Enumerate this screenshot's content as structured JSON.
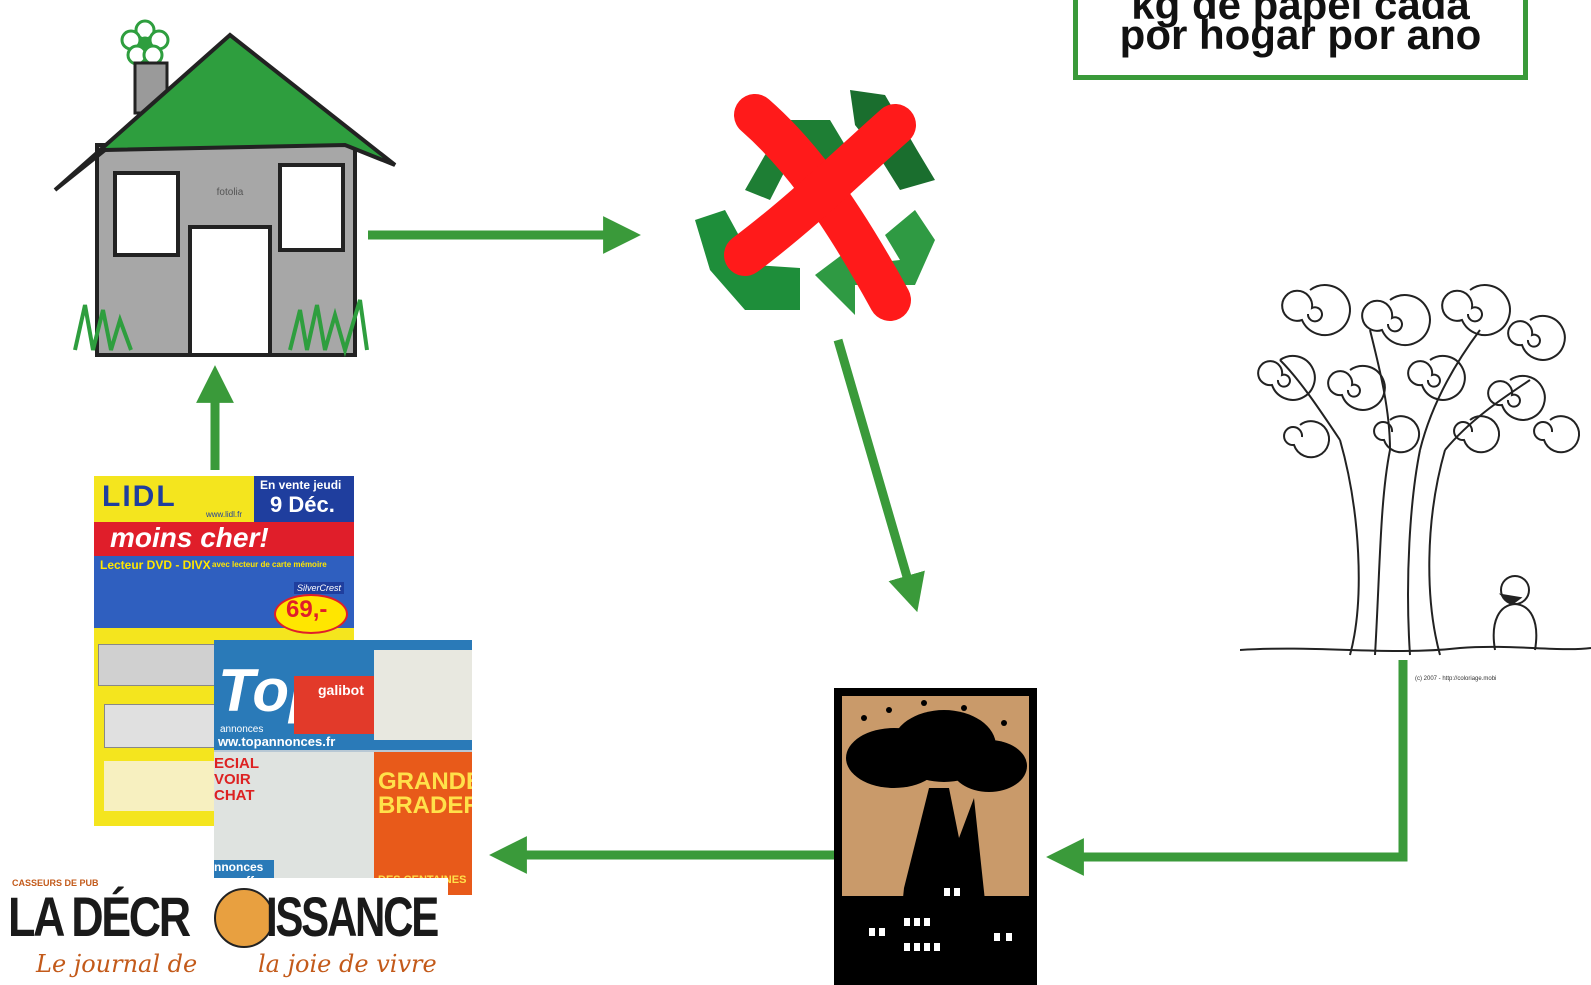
{
  "infobox": {
    "line1": "kg de papel cada",
    "line2": "por hogar por ano",
    "border_color": "#3a9a3a"
  },
  "house": {
    "watermark": "fotolia"
  },
  "tree": {
    "credit": "(c) 2007 - http://coloriage.mobi"
  },
  "lidl_flyer": {
    "brand": "LIDL",
    "site": "www.lidl.fr",
    "date_line1": "En vente jeudi",
    "date_line2": "9 Déc.",
    "headline": "moins cher!",
    "product": "Lecteur DVD - DIVX",
    "product_sub": "avec lecteur de carte mémoire",
    "brand_badge": "SilverCrest",
    "price": "69,-"
  },
  "top_flyer": {
    "title": "Top",
    "subtitle": "annonces",
    "tag": "galibot",
    "url": "ww.topannonces.fr",
    "left_text": "ECIAL VOIR CHAT",
    "big_text": "GRANDE BRADERIE",
    "bottom_text": "DES CENTAINES",
    "annonces": "nnonces ous offre"
  },
  "logo": {
    "kicker": "CASSEURS DE PUB",
    "title_a": "LA DÉCR",
    "title_b": "ISSANCE",
    "tagline_a": "Le journal de",
    "tagline_b": "la joie de vivre"
  },
  "colors": {
    "arrow": "#3a9a3a",
    "house_roof": "#2e9e3e",
    "recycle": "#1e7e34",
    "cross": "#ff1a1a",
    "factory_sky": "#c99a6a"
  }
}
